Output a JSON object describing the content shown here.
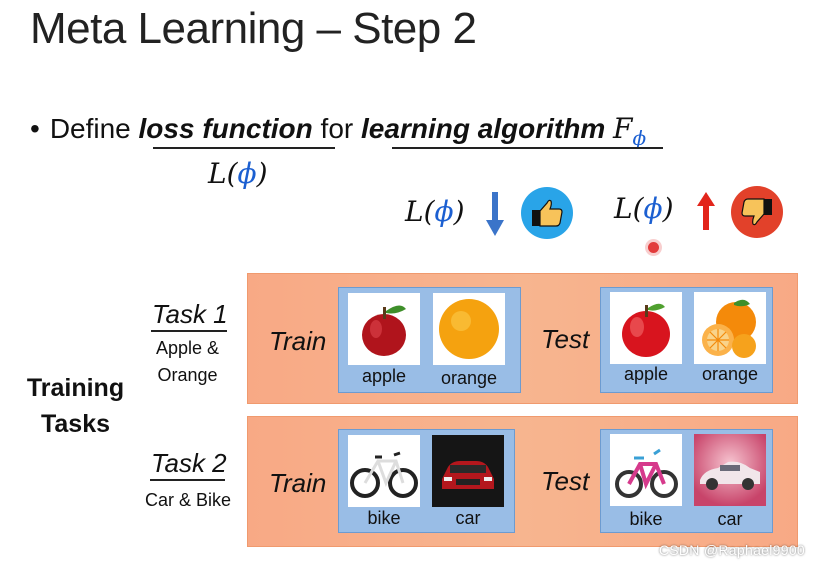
{
  "slide": {
    "title": "Meta Learning – Step 2",
    "bullet": {
      "dot": "•",
      "define": "Define",
      "loss_function": "loss function",
      "for": "for",
      "learning_algorithm": "learning algorithm",
      "F": "F",
      "F_sub": "ϕ"
    },
    "loss_label": {
      "L": "L(",
      "phi": "ϕ",
      "close": ")"
    },
    "good": {
      "L": "L(",
      "phi": "ϕ",
      "close": ")",
      "direction": "down",
      "icon": "thumbs-up-icon",
      "color": "#29a4e8"
    },
    "bad": {
      "L": "L(",
      "phi": "ϕ",
      "close": ")",
      "direction": "up",
      "icon": "thumbs-down-icon",
      "color": "#e2412a"
    },
    "training_tasks": {
      "line1": "Training",
      "line2": "Tasks"
    },
    "tasks": [
      {
        "title": "Task 1",
        "subtitle_line1": "Apple &",
        "subtitle_line2": "Orange",
        "train_label": "Train",
        "test_label": "Test",
        "train_items": [
          "apple",
          "orange"
        ],
        "test_items": [
          "apple",
          "orange"
        ]
      },
      {
        "title": "Task 2",
        "subtitle_line1": "Car & Bike",
        "train_label": "Train",
        "test_label": "Test",
        "train_items": [
          "bike",
          "car"
        ],
        "test_items": [
          "bike",
          "car"
        ]
      }
    ],
    "watermark": "CSDN @Raphael9900"
  }
}
